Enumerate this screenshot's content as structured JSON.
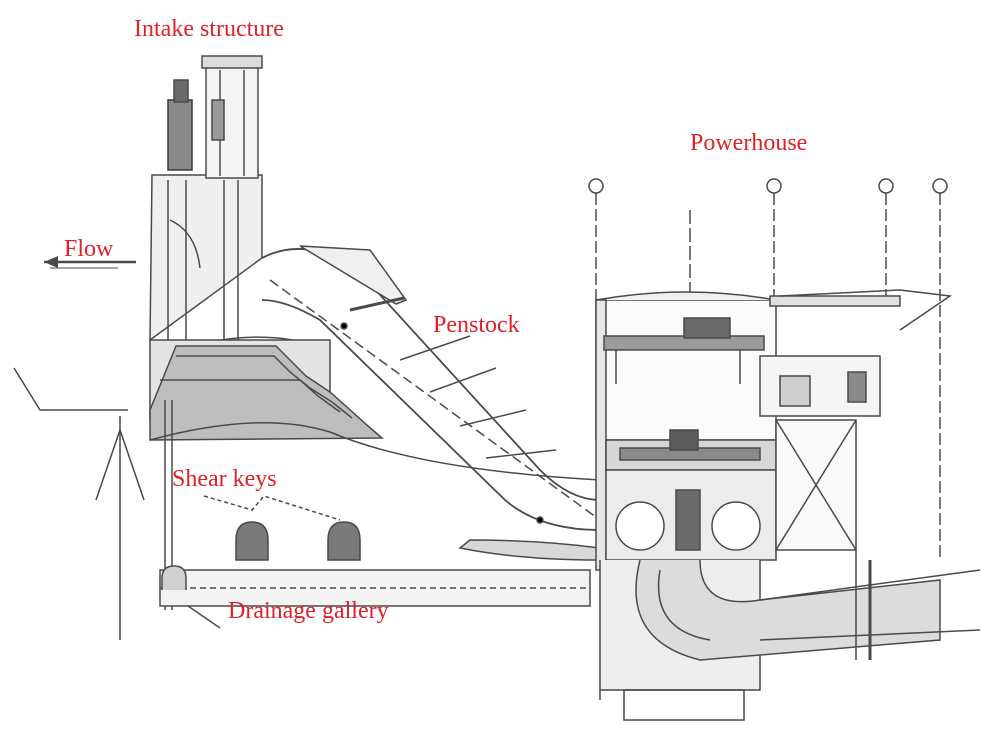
{
  "labels": {
    "intake_structure": "Intake structure",
    "powerhouse": "Powerhouse",
    "flow": "Flow",
    "penstock": "Penstock",
    "shear_keys": "Shear keys",
    "drainage_gallery": "Drainage gallery"
  },
  "colors": {
    "label": "#e0202a",
    "line": "#4a4a4a",
    "concrete_fill": "#e9e9e9",
    "dark_fill": "#7a7a7a",
    "background": "#ffffff"
  }
}
